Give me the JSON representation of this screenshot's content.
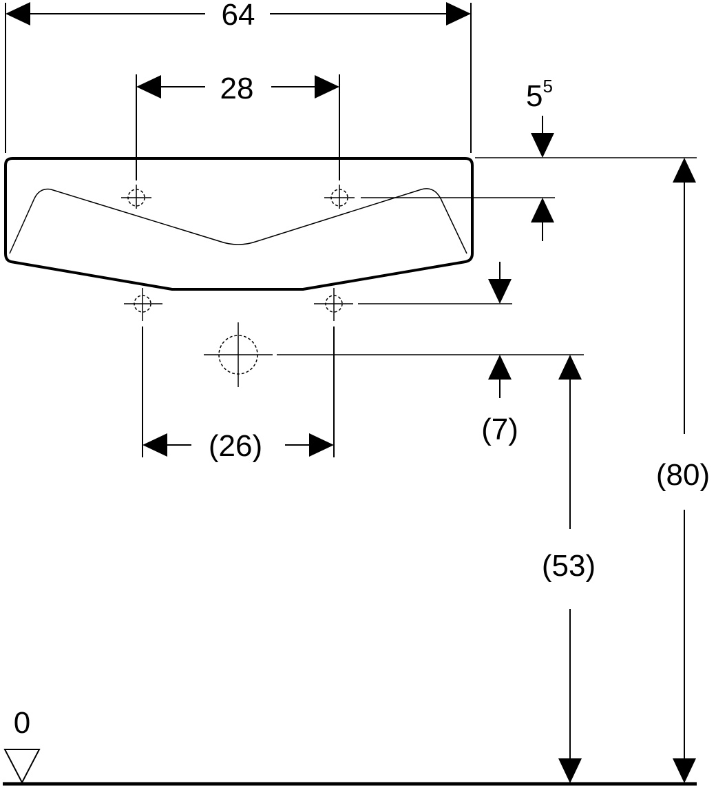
{
  "dimensions": {
    "overall_width": "64",
    "tap_hole_spacing": "28",
    "top_offset_base": "5",
    "top_offset_sup": "5",
    "bracket_spacing": "(26)",
    "waste_offset": "(7)",
    "waste_height": "(53)",
    "total_height": "(80)",
    "floor_level": "0"
  }
}
